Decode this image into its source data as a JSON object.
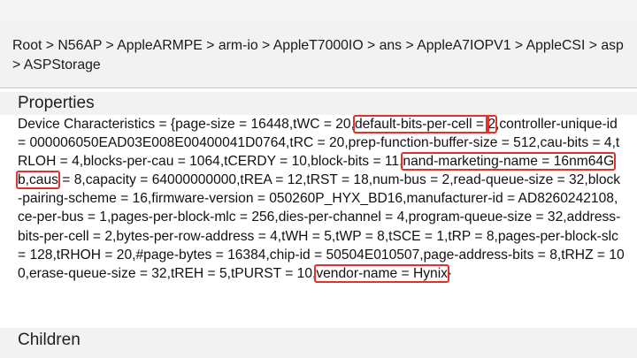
{
  "breadcrumb": {
    "path": "Root > N56AP > AppleARMPE > arm-io > AppleT7000IO > ans > AppleA7IOPV1 > AppleCSI > asp > ASPStorage"
  },
  "properties": {
    "title": "Properties",
    "segments": [
      {
        "text": "Device Characteristics = {page-size = 16448,tWC = 20,",
        "highlight": false
      },
      {
        "text": "default-bits-per-cell = ",
        "highlight": true
      },
      {
        "text": "2",
        "highlight": true
      },
      {
        "text": ",controller-unique-id = 000006050EAD03E008E00400041D0764,tRC = 20,prep-function-buffer-size = 512,cau-bits = 4,tRLOH = 4,blocks-per-cau = 1064,tCERDY = 10,block-bits = 11,",
        "highlight": false
      },
      {
        "text": "nand-marketing-name = 16nm64Gb,caus",
        "highlight": true
      },
      {
        "text": " = 8,capacity = 64000000000,tREA = 12,tRST = 18,num-bus = 2,read-queue-size = 32,block-pairing-scheme = 16,firmware-version = 050260P_HYX_BD16,manufacturer-id = AD8260242108,ce-per-bus = 1,pages-per-block-mlc = 256,dies-per-channel = 4,program-queue-size = 32,address-bits-per-cell = 2,bytes-per-row-address = 4,tWH = 5,tWP = 8,tSCE = 1,tRP = 8,pages-per-block-slc = 128,tRHOH = 20,#page-bytes = 16384,chip-id = 50504E010507,page-address-bits = 8,tRHZ = 100,erase-queue-size = 32,tREH = 5,tPURST = 10,",
        "highlight": false
      },
      {
        "text": "vendor-name = Hynix",
        "highlight": true
      },
      {
        "text": "·",
        "highlight": false
      }
    ]
  },
  "children": {
    "title": "Children"
  },
  "colors": {
    "highlight_border": "#e0322a",
    "header_bg": "#f2f2f2"
  }
}
